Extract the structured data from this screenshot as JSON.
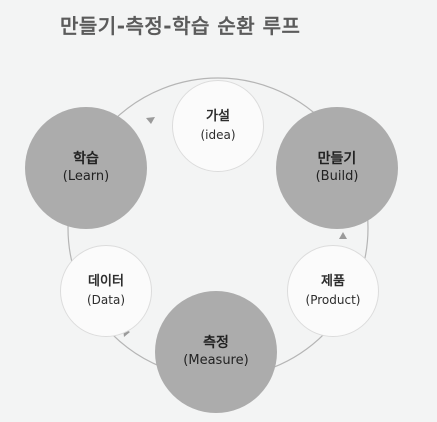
{
  "title": "만들기-측정-학습 순환 루프",
  "nodes": [
    {
      "id": "hypothesis",
      "ko": "가설",
      "en": "(idea)",
      "size": "small"
    },
    {
      "id": "build",
      "ko": "만들기",
      "en": "(Build)",
      "size": "big"
    },
    {
      "id": "product",
      "ko": "제품",
      "en": "(Product)",
      "size": "small"
    },
    {
      "id": "measure",
      "ko": "측정",
      "en": "(Measure)",
      "size": "big"
    },
    {
      "id": "data",
      "ko": "데이터",
      "en": "(Data)",
      "size": "small"
    },
    {
      "id": "learn",
      "ko": "학습",
      "en": "(Learn)",
      "size": "big"
    }
  ],
  "colors": {
    "background": "#f3f4f4",
    "big_fill": "#acacac",
    "small_fill": "#fbfbfb",
    "ring": "#b5b5b5",
    "title": "#5b5b5b"
  }
}
